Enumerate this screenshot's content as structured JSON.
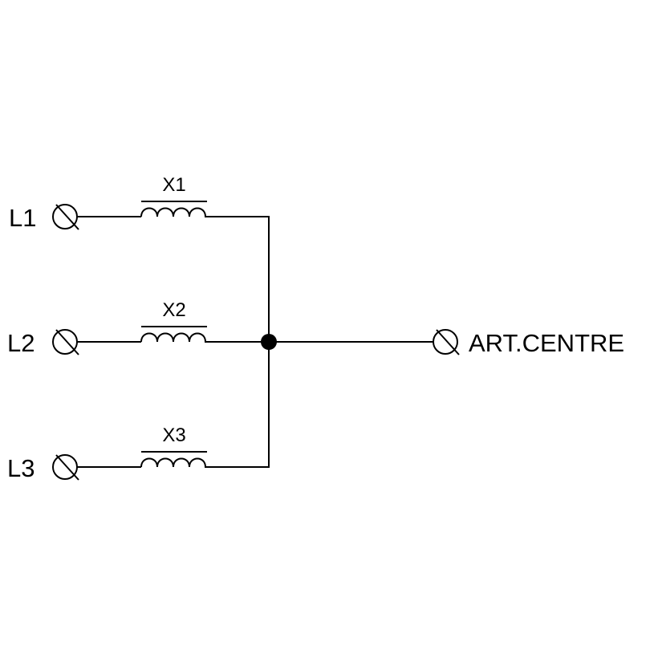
{
  "diagram": {
    "phases": [
      {
        "terminal_label": "L1",
        "reactor_label": "X1"
      },
      {
        "terminal_label": "L2",
        "reactor_label": "X2"
      },
      {
        "terminal_label": "L3",
        "reactor_label": "X3"
      }
    ],
    "output": {
      "terminal_label": "ART.CENTRE"
    },
    "line_color": "#000000",
    "background_color": "#ffffff",
    "icons": {
      "terminal": "terminal-icon",
      "reactor": "inductor-icon",
      "junction": "junction-dot-icon"
    }
  }
}
